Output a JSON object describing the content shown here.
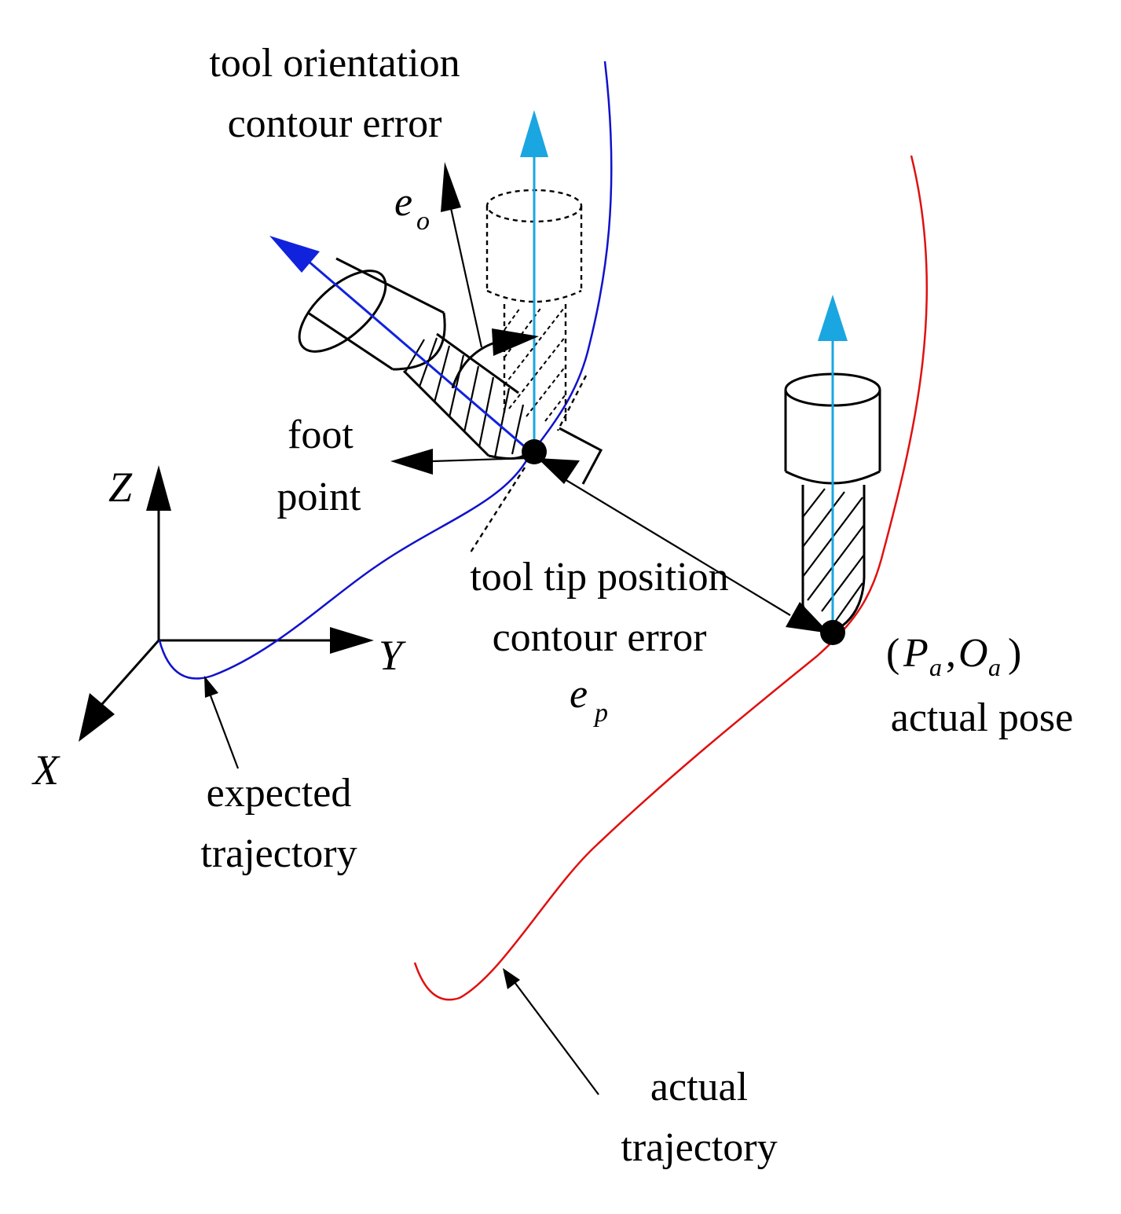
{
  "labels": {
    "tool_orientation_line1": "tool orientation",
    "tool_orientation_line2": "contour error",
    "eo_main": "e",
    "eo_sub": "o",
    "foot_point_line1": "foot",
    "foot_point_line2": "point",
    "tool_tip_line1": "tool tip position",
    "tool_tip_line2": "contour error",
    "ep_main": "e",
    "ep_sub": "p",
    "pose_open": "(",
    "pose_P": "P",
    "pose_P_sub": "a",
    "pose_comma": ",",
    "pose_O": "O",
    "pose_O_sub": "a",
    "pose_close": ")",
    "actual_pose": "actual pose",
    "expected_line1": "expected",
    "expected_line2": "trajectory",
    "actual_traj_line1": "actual",
    "actual_traj_line2": "trajectory",
    "axis_x": "X",
    "axis_y": "Y",
    "axis_z": "Z"
  },
  "colors": {
    "expected_trajectory": "#1111cc",
    "actual_trajectory": "#e01010",
    "vertical_tool_axis": "#1aa6e0",
    "tilted_tool_axis": "#1122dd",
    "lines": "#000000"
  }
}
